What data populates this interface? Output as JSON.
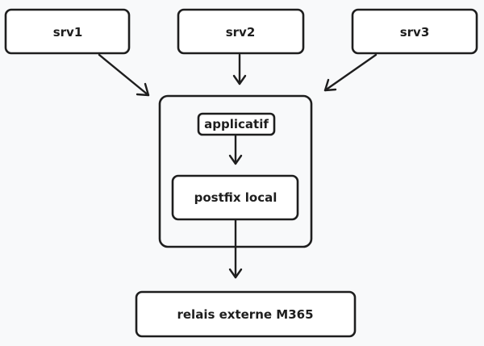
{
  "diagram": {
    "nodes": {
      "srv1": "srv1",
      "srv2": "srv2",
      "srv3": "srv3",
      "applicatif": "applicatif",
      "postfix": "postfix local",
      "relay": "relais externe M365"
    },
    "edges": [
      {
        "from": "srv1",
        "to": "container"
      },
      {
        "from": "srv2",
        "to": "container"
      },
      {
        "from": "srv3",
        "to": "container"
      },
      {
        "from": "applicatif",
        "to": "postfix"
      },
      {
        "from": "postfix",
        "to": "relay"
      }
    ],
    "colors": {
      "stroke": "#1e1e1e",
      "fill": "#ffffff",
      "background": "#f8f9fa"
    }
  }
}
